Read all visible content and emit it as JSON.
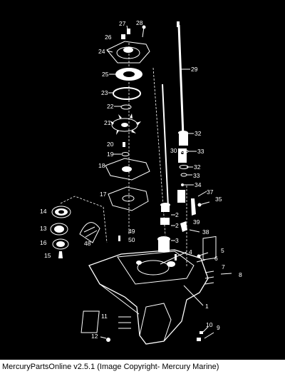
{
  "caption": "MercuryPartsOnline v2.5.1 (Image Copyright- Mercury Marine)",
  "callouts": [
    {
      "id": "c27",
      "label": "27"
    },
    {
      "id": "c28",
      "label": "28"
    },
    {
      "id": "c26",
      "label": "26"
    },
    {
      "id": "c24",
      "label": "24"
    },
    {
      "id": "c29",
      "label": "29"
    },
    {
      "id": "c25",
      "label": "25"
    },
    {
      "id": "c23",
      "label": "23"
    },
    {
      "id": "c22",
      "label": "22"
    },
    {
      "id": "c21",
      "label": "21"
    },
    {
      "id": "c32a",
      "label": "32"
    },
    {
      "id": "c30",
      "label": "30"
    },
    {
      "id": "c20",
      "label": "20"
    },
    {
      "id": "c19",
      "label": "19"
    },
    {
      "id": "c33a",
      "label": "33"
    },
    {
      "id": "c18",
      "label": "18"
    },
    {
      "id": "c32b",
      "label": "32"
    },
    {
      "id": "c33b",
      "label": "33"
    },
    {
      "id": "c34",
      "label": "34"
    },
    {
      "id": "c17",
      "label": "17"
    },
    {
      "id": "c37",
      "label": "37"
    },
    {
      "id": "c35",
      "label": "35"
    },
    {
      "id": "c14",
      "label": "14"
    },
    {
      "id": "c2a",
      "label": "2"
    },
    {
      "id": "c2b",
      "label": "2"
    },
    {
      "id": "c39",
      "label": "39"
    },
    {
      "id": "c13",
      "label": "13"
    },
    {
      "id": "c38",
      "label": "38"
    },
    {
      "id": "c49",
      "label": "49"
    },
    {
      "id": "c3",
      "label": "3"
    },
    {
      "id": "c50",
      "label": "50"
    },
    {
      "id": "c16",
      "label": "16"
    },
    {
      "id": "c48",
      "label": "48"
    },
    {
      "id": "c5",
      "label": "5"
    },
    {
      "id": "c4",
      "label": "4"
    },
    {
      "id": "c6",
      "label": "6"
    },
    {
      "id": "c15",
      "label": "15"
    },
    {
      "id": "c7",
      "label": "7"
    },
    {
      "id": "c8",
      "label": "8"
    },
    {
      "id": "c1",
      "label": "1"
    },
    {
      "id": "c11",
      "label": "11"
    },
    {
      "id": "c10",
      "label": "10"
    },
    {
      "id": "c9",
      "label": "9"
    },
    {
      "id": "c12",
      "label": "12"
    }
  ]
}
